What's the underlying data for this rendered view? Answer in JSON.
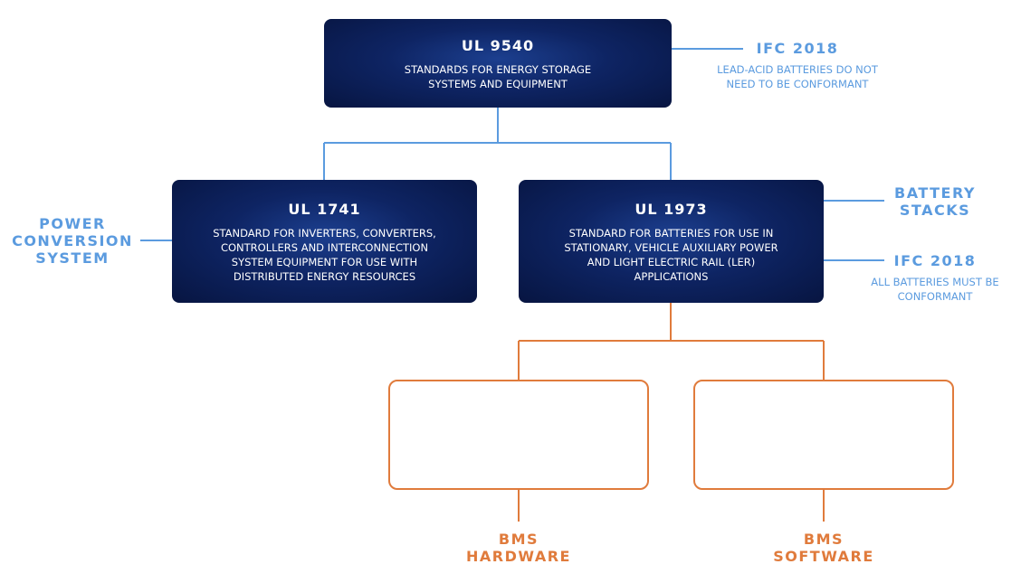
{
  "colors": {
    "navy": "#0e2463",
    "blue": "#5b9bdf",
    "orange": "#e07b3c"
  },
  "nodes": {
    "ul9540": {
      "code": "UL 9540",
      "desc": "STANDARDS FOR ENERGY STORAGE\nSYSTEMS AND EQUIPMENT"
    },
    "ul1741": {
      "code": "UL 1741",
      "desc": "STANDARD FOR INVERTERS, CONVERTERS,\nCONTROLLERS AND INTERCONNECTION\nSYSTEM EQUIPMENT FOR USE WITH\nDISTRIBUTED ENERGY RESOURCES"
    },
    "ul1973": {
      "code": "UL 1973",
      "desc": "STANDARD FOR BATTERIES FOR USE IN\nSTATIONARY, VEHICLE AUXILIARY POWER\nAND LIGHT ELECTRIC RAIL (LER)\nAPPLICATIONS"
    }
  },
  "annotations": {
    "ifc_top": {
      "title": "IFC 2018",
      "note": "LEAD-ACID BATTERIES DO NOT\nNEED TO BE CONFORMANT"
    },
    "power_conversion": {
      "title": "POWER\nCONVERSION\nSYSTEM"
    },
    "battery_stacks": {
      "title": "BATTERY\nSTACKS"
    },
    "ifc_right": {
      "title": "IFC 2018",
      "note": "ALL BATTERIES MUST BE\nCONFORMANT"
    },
    "bms_hardware": {
      "title": "BMS\nHARDWARE"
    },
    "bms_software": {
      "title": "BMS\nSOFTWARE"
    }
  }
}
